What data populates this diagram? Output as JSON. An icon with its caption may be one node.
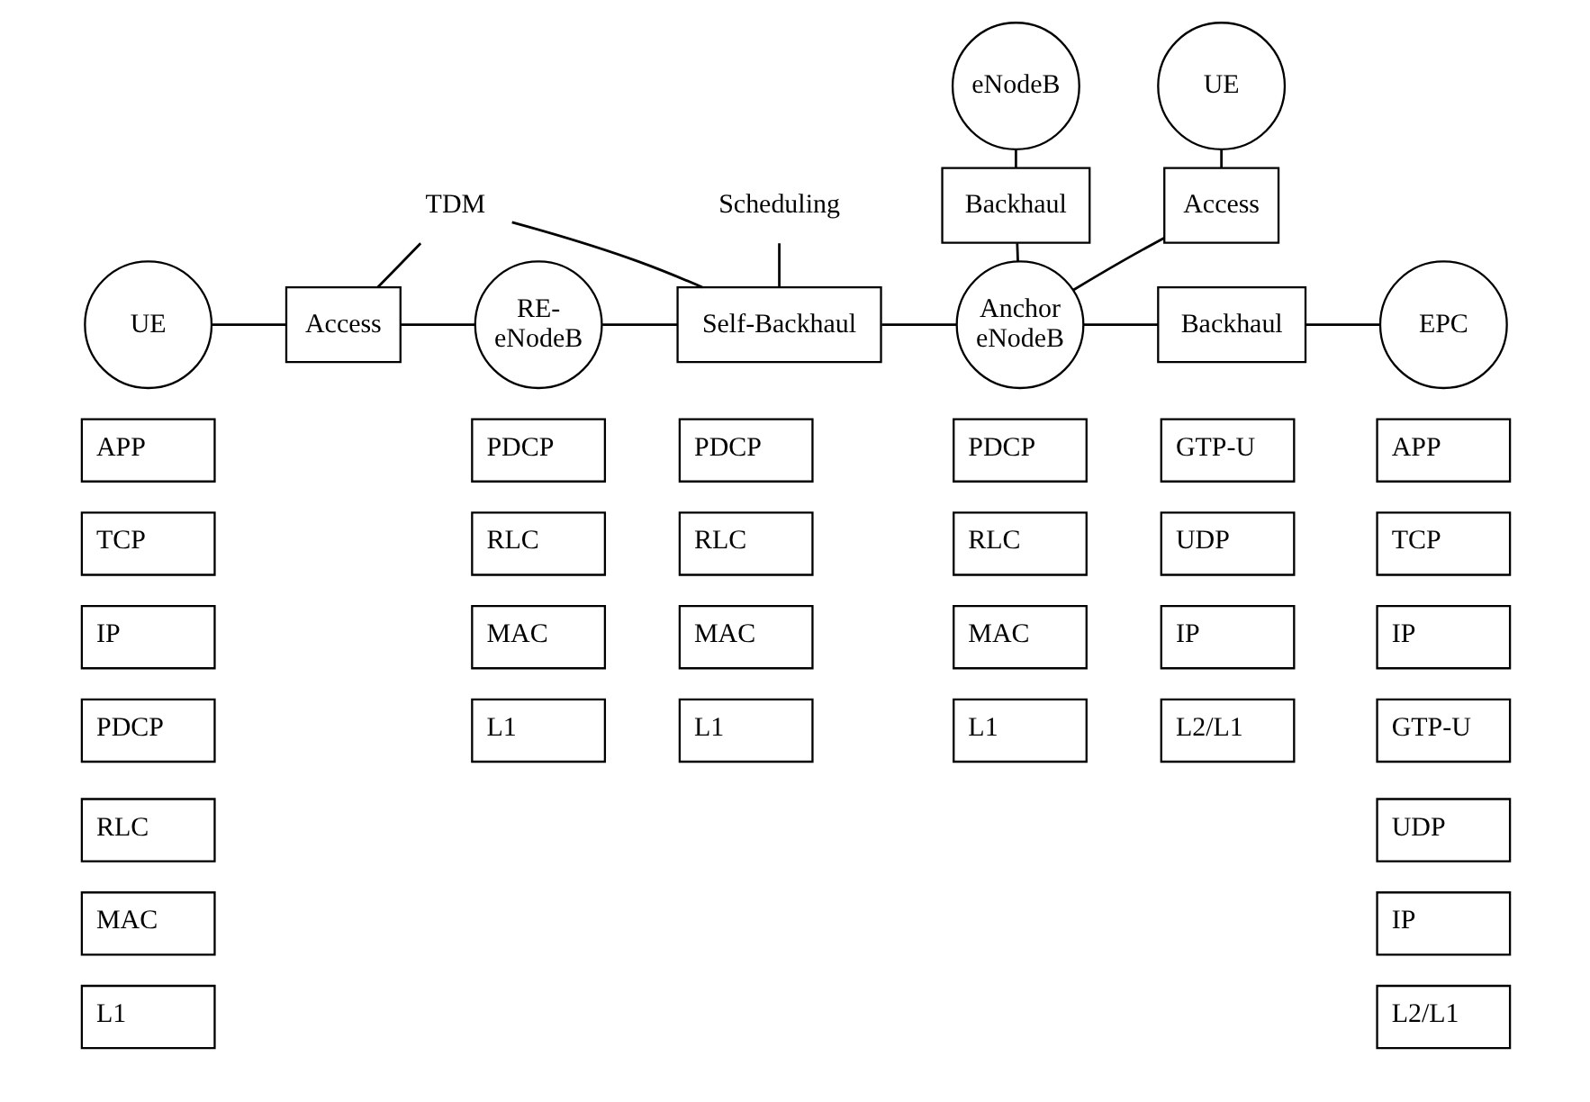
{
  "diagram": {
    "nodes": [
      {
        "text": [
          "eNodeB"
        ]
      },
      {
        "text": [
          "UE"
        ]
      },
      {
        "text": [
          "Backhaul"
        ]
      },
      {
        "text": [
          "TDM"
        ]
      },
      {
        "text": [
          "Scheduling"
        ]
      },
      {
        "text": [
          "Access"
        ]
      },
      {
        "text": [
          "UE"
        ]
      },
      {
        "text": [
          "Access"
        ]
      },
      {
        "text": [
          "RE-eNodeB"
        ]
      },
      {
        "text": [
          "Self-Backhaul"
        ]
      },
      {
        "text": [
          "Anchor eNodeB"
        ]
      },
      {
        "text": [
          "Backhaul"
        ]
      },
      {
        "text": [
          "EPC"
        ]
      }
    ],
    "edges": [
      {
        "from": 0,
        "to": 2,
        "arrow": "none"
      },
      {
        "from": 1,
        "to": 5,
        "arrow": "none"
      },
      {
        "from": 5,
        "to": 10,
        "arrow": "none"
      },
      {
        "from": 2,
        "to": 10,
        "arrow": "none"
      },
      {
        "from": 3,
        "to": 7,
        "arrow": "none"
      },
      {
        "from": 3,
        "to": 9,
        "arrow": "none"
      },
      {
        "from": 4,
        "to": 9,
        "arrow": "none"
      },
      {
        "from": 6,
        "to": 7,
        "arrow": "none"
      },
      {
        "from": 7,
        "to": 8,
        "arrow": "none"
      },
      {
        "from": 8,
        "to": 9,
        "arrow": "none"
      },
      {
        "from": 9,
        "to": 10,
        "arrow": "none"
      },
      {
        "from": 10,
        "to": 11,
        "arrow": "none"
      },
      {
        "from": 11,
        "to": 12,
        "arrow": "none"
      }
    ],
    "labels": [
      "APP",
      "TCP",
      "IP",
      "PDCP",
      "RLC",
      "MAC",
      "L1",
      "PDCP",
      "PDCP",
      "RLC",
      "RLC",
      "MAC",
      "MAC",
      "L1",
      "L1",
      "PDCP",
      "GTP-U",
      "RLC",
      "UDP",
      "MAC",
      "IP",
      "L1",
      "L2/L1",
      "APP",
      "TCP",
      "IP",
      "GTP-U",
      "UDP",
      "IP",
      "L2/L1"
    ]
  }
}
